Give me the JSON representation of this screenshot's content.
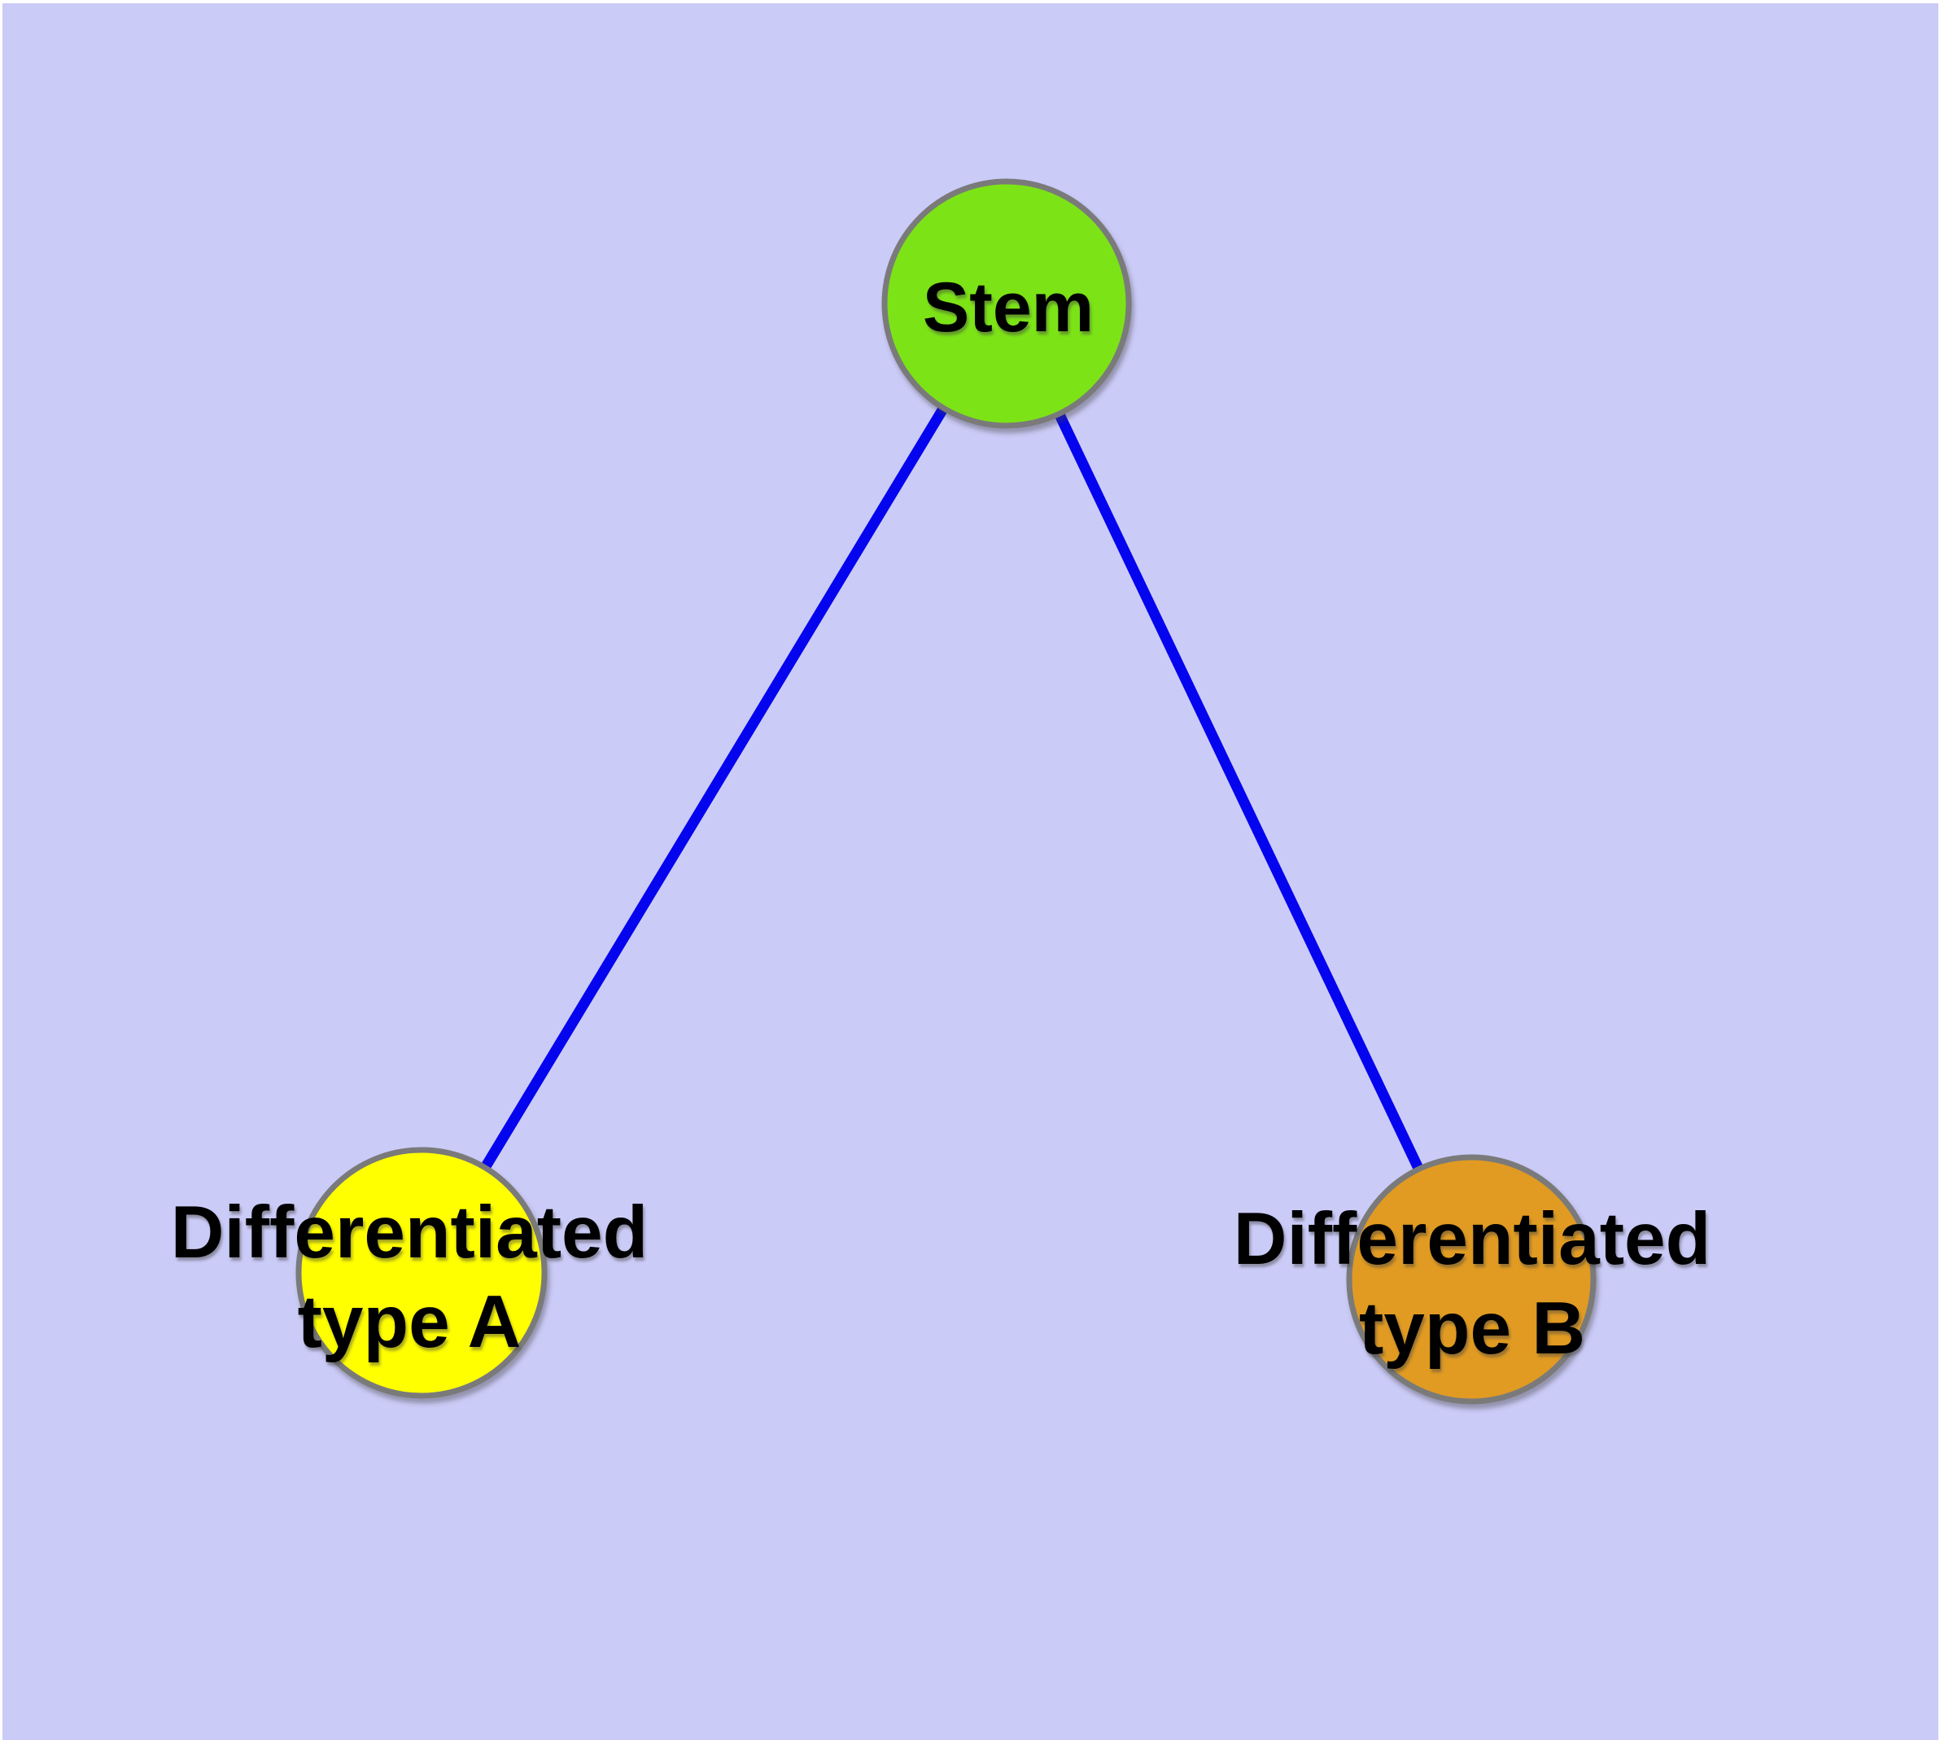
{
  "diagram": {
    "type": "graph",
    "background_color": "#CBCBF8",
    "frame_color": "#FFFFFF",
    "edge_color": "#0404EE",
    "node_border_color": "#7A7A7A",
    "text_color": "#000000",
    "nodes": [
      {
        "id": "stem",
        "label": "Stem",
        "fill": "#7CE414"
      },
      {
        "id": "differentiated-type-a",
        "label_line1": "Differentiated",
        "label_line2": "type A",
        "fill": "#FFFF00"
      },
      {
        "id": "differentiated-type-b",
        "label_line1": "Differentiated",
        "label_line2": "type B",
        "fill": "#E19B20"
      }
    ],
    "edges": [
      {
        "from": "Stem",
        "to": "Differentiated type A"
      },
      {
        "from": "Stem",
        "to": "Differentiated type B"
      }
    ]
  }
}
